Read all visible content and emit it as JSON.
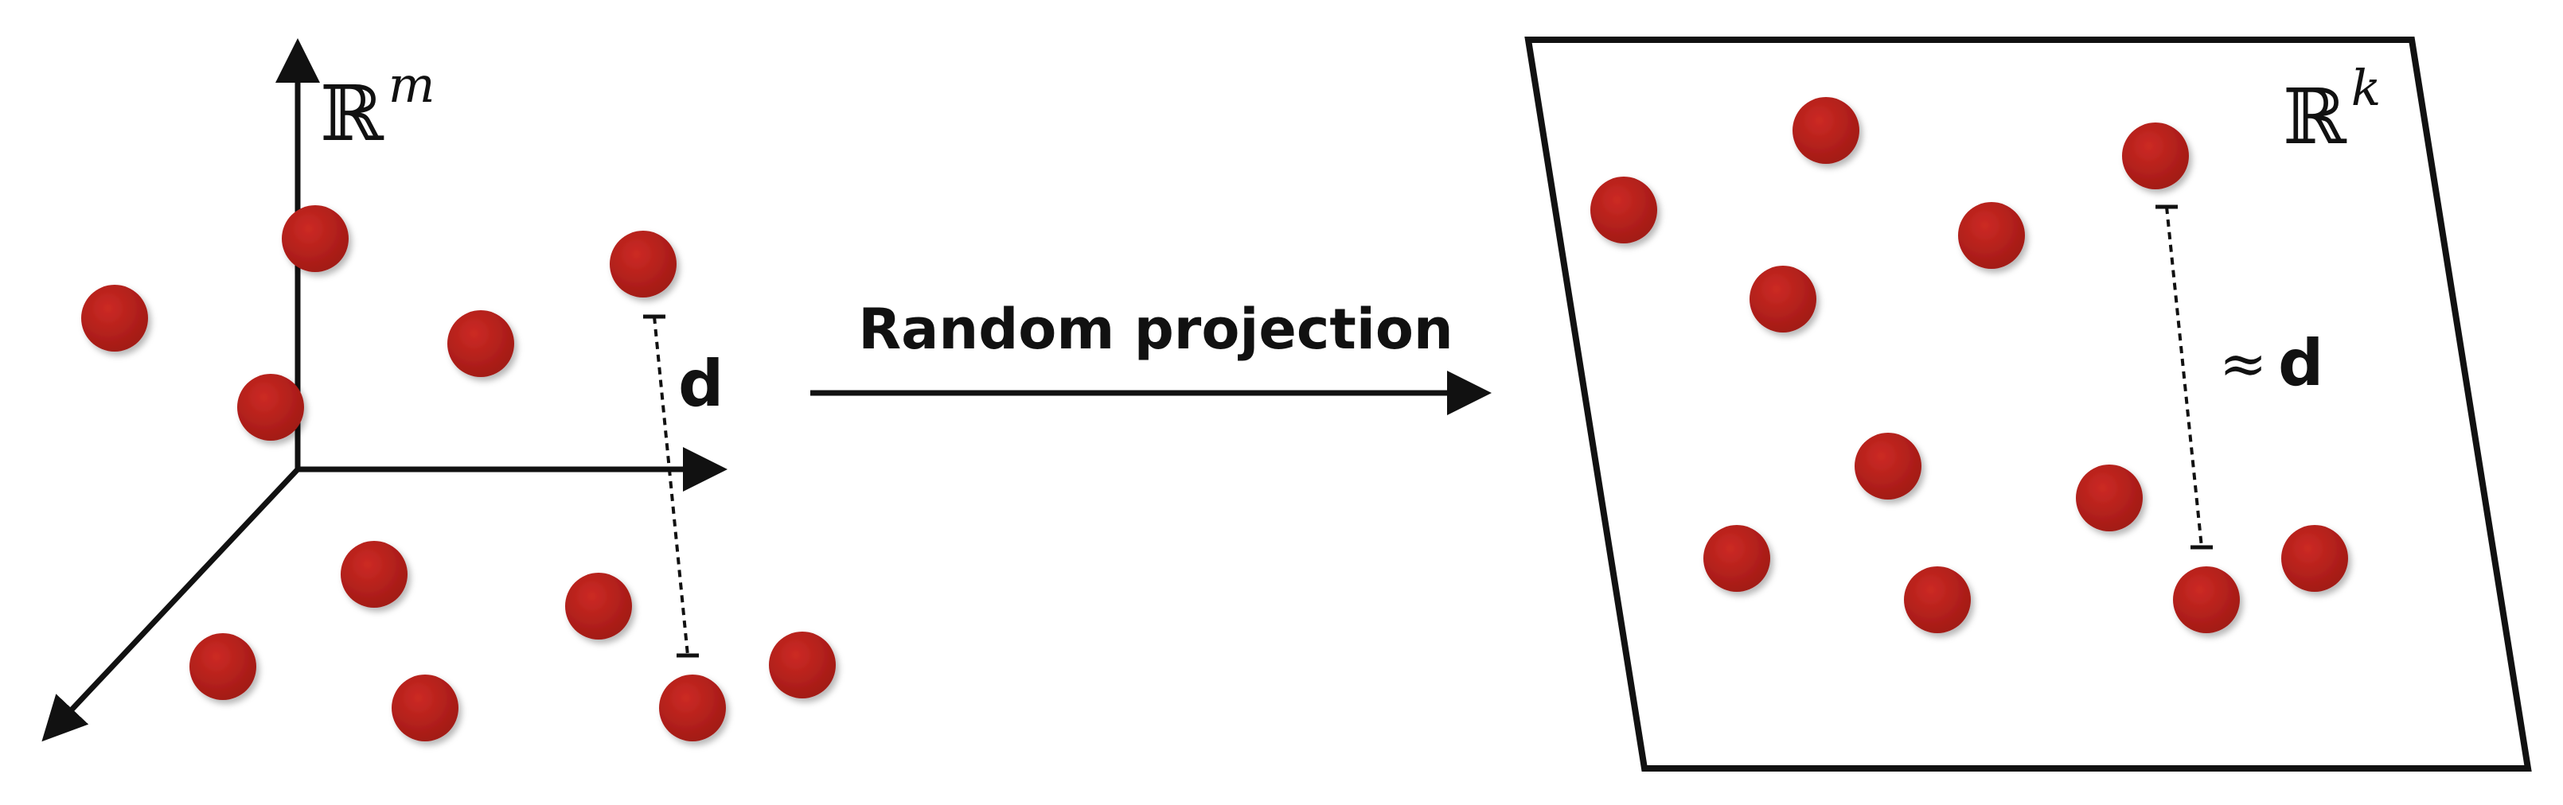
{
  "left_space": {
    "label": "ℝ",
    "superscript": "m"
  },
  "right_space": {
    "label": "ℝ",
    "superscript": "k"
  },
  "arrow": {
    "label": "Random projection"
  },
  "left_distance": {
    "label": "d"
  },
  "right_distance": {
    "approx": "≈",
    "label": "d"
  },
  "colors": {
    "point": "#b3201c",
    "ink": "#111111"
  }
}
